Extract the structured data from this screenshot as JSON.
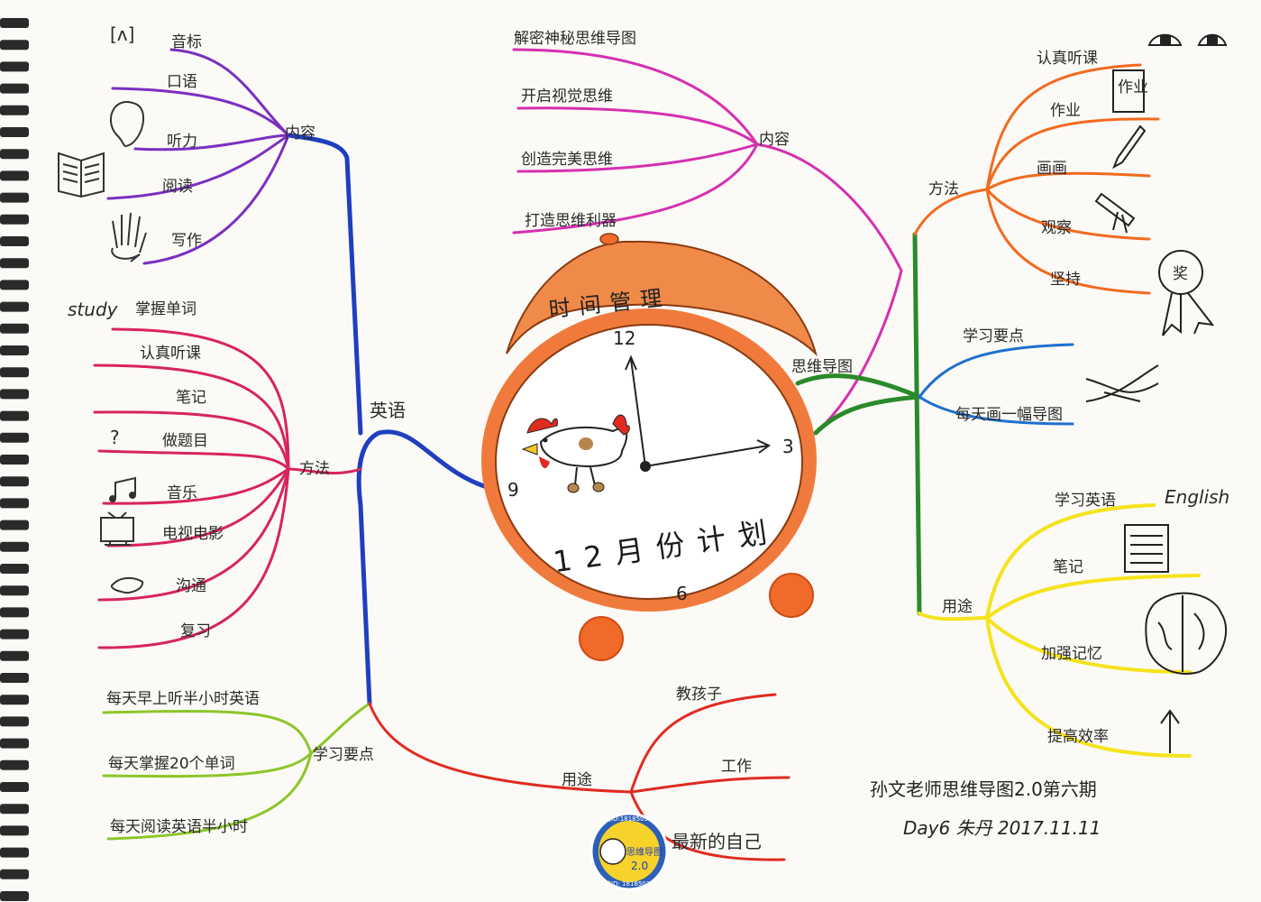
{
  "center": {
    "title": "12月份计划",
    "bell_label": "时间管理",
    "clock_numbers": [
      "12",
      "3",
      "6",
      "9"
    ]
  },
  "branches": {
    "english": {
      "label": "英语",
      "content": {
        "label": "内容",
        "items": [
          "音标",
          "口语",
          "听力",
          "阅读",
          "写作"
        ],
        "phonetic_mark": "[ʌ]"
      },
      "method": {
        "label": "方法",
        "items": [
          "掌握单词",
          "认真听课",
          "笔记",
          "做题目",
          "音乐",
          "电视电影",
          "沟通",
          "复习"
        ],
        "study_word": "study",
        "question_mark": "?"
      },
      "key_points": {
        "label": "学习要点",
        "items": [
          "每天早上听半小时英语",
          "每天掌握20个单词",
          "每天阅读英语半小时"
        ]
      },
      "usage": {
        "label": "用途",
        "items": [
          "教孩子",
          "工作",
          "最新的自己"
        ]
      }
    },
    "mindmap": {
      "label": "思维导图",
      "content": {
        "label": "内容",
        "items": [
          "解密神秘思维导图",
          "开启视觉思维",
          "创造完美思维",
          "打造思维利器"
        ]
      },
      "method": {
        "label": "方法",
        "items": [
          "认真听课",
          "作业",
          "画画",
          "观察",
          "坚持"
        ],
        "homework_book": "作业",
        "medal": "奖"
      },
      "key_points": {
        "items": [
          "学习要点",
          "每天画一幅导图"
        ]
      },
      "usage": {
        "label": "用途",
        "items": [
          "学习英语",
          "笔记",
          "加强记忆",
          "提高效率"
        ],
        "english_word": "English"
      }
    }
  },
  "footer": {
    "line1": "孙文老师思维导图2.0第六期",
    "line2": "Day6 朱丹 2017.11.11"
  },
  "badge": {
    "label": "思维导图",
    "version": "2.0",
    "id_top": "微信ID:18185030021",
    "id_bottom": "微信ID: 18185030021"
  },
  "colors": {
    "purple": "#7b2fc0",
    "blue": "#1f3fbf",
    "crimson": "#d8245a",
    "red": "#e02b20",
    "lime": "#8cc62a",
    "magenta": "#d62fb0",
    "orange": "#f26a1f",
    "green": "#2a8a2a",
    "skyblue": "#1f6fd0",
    "yellow": "#f5e31c",
    "clock_orange": "#f07a3c",
    "bell_orange": "#f08a48"
  }
}
